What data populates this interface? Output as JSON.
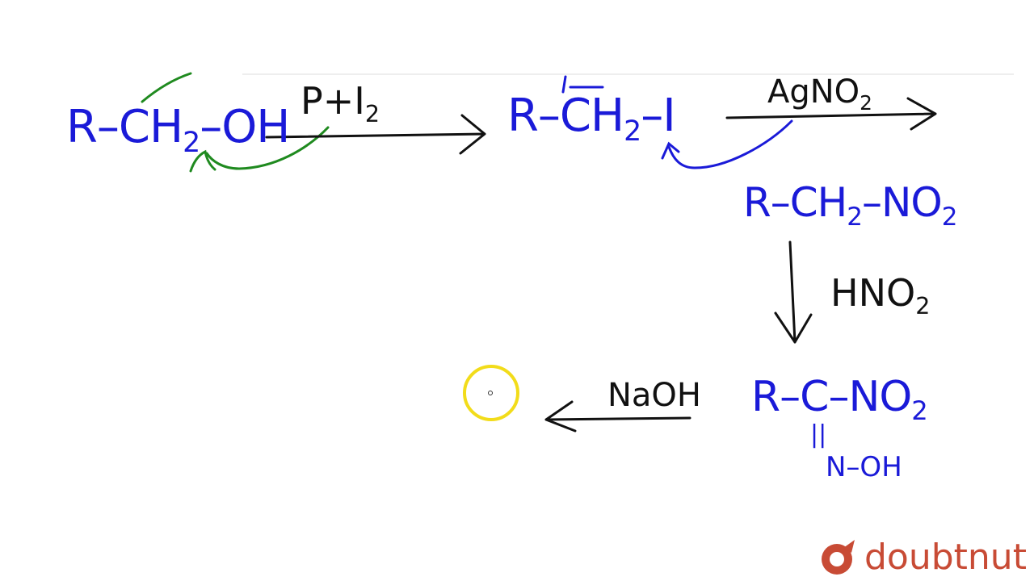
{
  "reaction": {
    "reactant": {
      "prefix": "R–CH",
      "sub": "2",
      "suffix": "–OH"
    },
    "iodide": {
      "prefix": "R–CH",
      "sub": "2",
      "suffix": "–I"
    },
    "nitroalkane": {
      "prefix": "R–CH",
      "sub": "2",
      "suffix": "–NO",
      "sub2": "2"
    },
    "nitrolic_acid": {
      "prefix": "R–C–NO",
      "sub": "2",
      "double_bond": "||",
      "substituent": "N–OH"
    }
  },
  "reagents": {
    "step1": {
      "prefix": "P+I",
      "sub": "2"
    },
    "step2": {
      "prefix": "AgNO",
      "sub": "2"
    },
    "step3": {
      "prefix": "HNO",
      "sub": "2"
    },
    "step4": "NaOH"
  },
  "colors": {
    "compound": "#1a1ad8",
    "reagent": "#111111",
    "annotation": "#1f8a1f",
    "pointer_ring": "#f2dc1a",
    "brand": "#c84b35"
  },
  "brand": {
    "text": "doubtnut",
    "icon": "doubtnut-logo-icon"
  }
}
